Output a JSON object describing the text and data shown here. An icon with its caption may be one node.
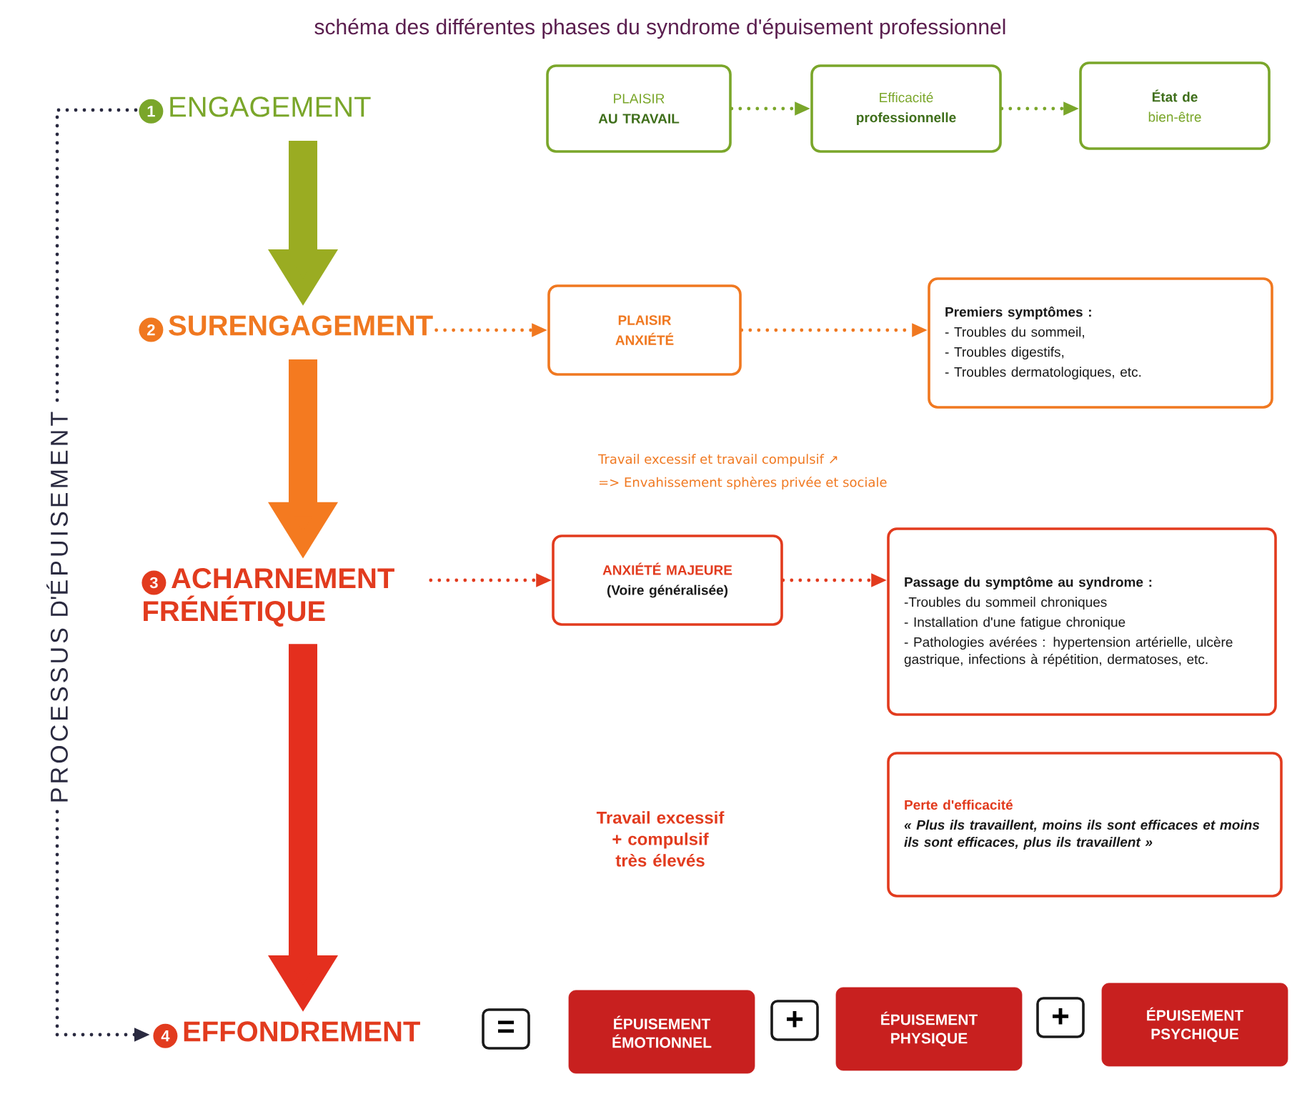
{
  "diagram": {
    "title": "schéma des différentes phases du syndrome d'épuisement professionnel",
    "nodes": [
      {
        "text": [
          "1",
          "ENGAGEMENT"
        ]
      },
      {
        "text": [
          "PLAISIR",
          "AU TRAVAIL"
        ]
      },
      {
        "text": [
          "Efficacité",
          "professionnelle"
        ]
      },
      {
        "text": [
          "État de",
          "bien-être"
        ]
      },
      {
        "text": [
          "2",
          "SURENGAGEMENT"
        ]
      },
      {
        "text": [
          "PLAISIR",
          "ANXIÉTÉ"
        ]
      },
      {
        "text": [
          "Premiers symptômes :",
          "- Troubles du sommeil,",
          "- Troubles digestifs,",
          "- Troubles dermatologiques, etc."
        ]
      },
      {
        "text": [
          "3",
          "ACHARNEMENT FRÉNÉTIQUE"
        ]
      },
      {
        "text": [
          "ANXIÉTÉ MAJEURE",
          "(Voire généralisée)"
        ]
      },
      {
        "text": [
          "Passage du symptôme au syndrome :",
          "-Troubles du sommeil chroniques",
          "- Installation d'une fatigue chronique",
          "- Pathologies avérées : hypertension artérielle, ulcère gastrique, infections à répétition, dermatoses, etc."
        ]
      },
      {
        "text": [
          "Perte d'efficacité",
          "« Plus ils travaillent, moins ils sont efficaces et moins ils sont efficaces, plus ils travaillent »"
        ]
      },
      {
        "text": [
          "4",
          "EFFONDREMENT"
        ]
      },
      {
        "text": [
          "="
        ]
      },
      {
        "text": [
          "ÉPUISEMENT ÉMOTIONNEL"
        ]
      },
      {
        "text": [
          "+"
        ]
      },
      {
        "text": [
          "ÉPUISEMENT PHYSIQUE"
        ]
      },
      {
        "text": [
          "+"
        ]
      },
      {
        "text": [
          "ÉPUISEMENT PSYCHIQUE"
        ]
      }
    ],
    "edges": [
      {
        "from": 0,
        "to": 4,
        "arrow": "to",
        "style": "thick",
        "color": "#9aac22"
      },
      {
        "from": 4,
        "to": 7,
        "arrow": "to",
        "style": "thick",
        "color": "#f47a20"
      },
      {
        "from": 7,
        "to": 11,
        "arrow": "to",
        "style": "thick",
        "color": "#e42f1e"
      },
      {
        "from": 1,
        "to": 2,
        "arrow": "to",
        "style": "dashed",
        "color": "#7aa62a"
      },
      {
        "from": 2,
        "to": 3,
        "arrow": "to",
        "style": "dashed",
        "color": "#7aa62a"
      },
      {
        "from": 4,
        "to": 5,
        "arrow": "to",
        "style": "dashed",
        "color": "#f07820"
      },
      {
        "from": 5,
        "to": 6,
        "arrow": "to",
        "style": "dashed",
        "color": "#f07820"
      },
      {
        "from": 7,
        "to": 8,
        "arrow": "to",
        "style": "dashed",
        "color": "#e23b1e"
      },
      {
        "from": 8,
        "to": 9,
        "arrow": "to",
        "style": "dashed",
        "color": "#e23b1e"
      },
      {
        "from": 0,
        "to": 11,
        "arrow": "to",
        "style": "dashed",
        "color": "#2a2a40",
        "label": "PROCESSUS D'ÉPUISEMENT"
      }
    ],
    "labels": [
      "Travail excessif et travail compulsif ↗",
      "=> Envahissement sphères privée et sociale",
      "Travail excessif + compulsif très élevés"
    ]
  }
}
